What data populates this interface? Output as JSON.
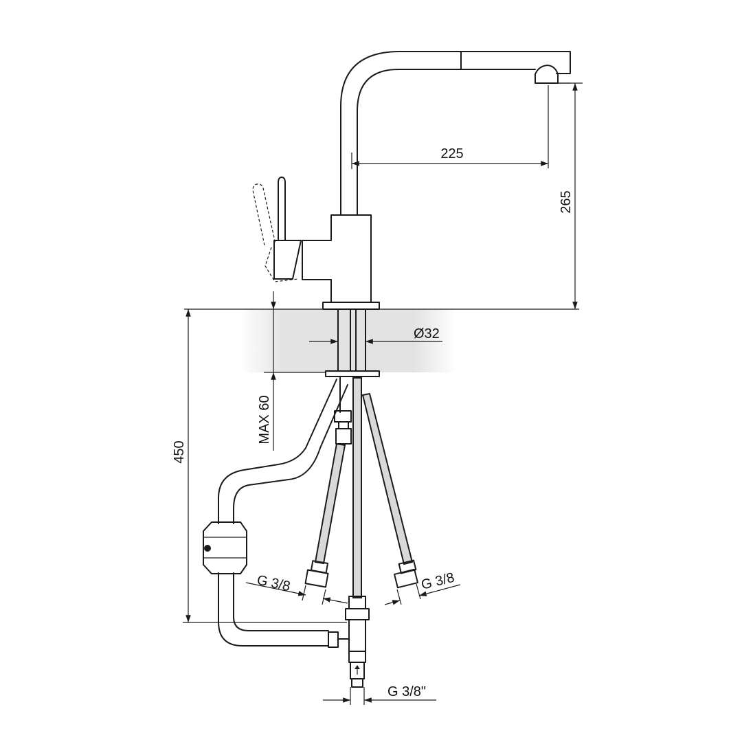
{
  "dimensions": {
    "spout_reach": "225",
    "spout_height": "265",
    "total_length": "450",
    "max_thickness": "MAX 60",
    "diameter": "Ø32",
    "hose_thread_left": "G 3/8",
    "hose_thread_right": "G 3/8",
    "inlet_thread": "G 3/8\""
  },
  "colors": {
    "line": "#1a1a1a",
    "countertop_shade": "#e4e4e4",
    "hose_fill": "#d9d9d9"
  }
}
